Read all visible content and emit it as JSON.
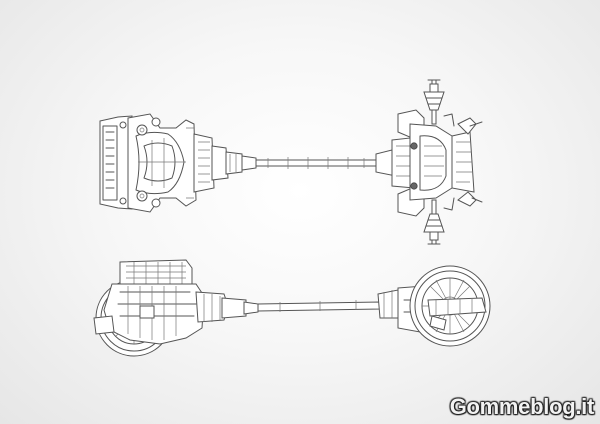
{
  "watermark": {
    "text": "Gommeblog.it"
  },
  "colors": {
    "background": "#f4f4f4",
    "linework": "#555555",
    "watermark_text": "#f2f2f2"
  },
  "views": [
    "top-view",
    "side-view"
  ]
}
